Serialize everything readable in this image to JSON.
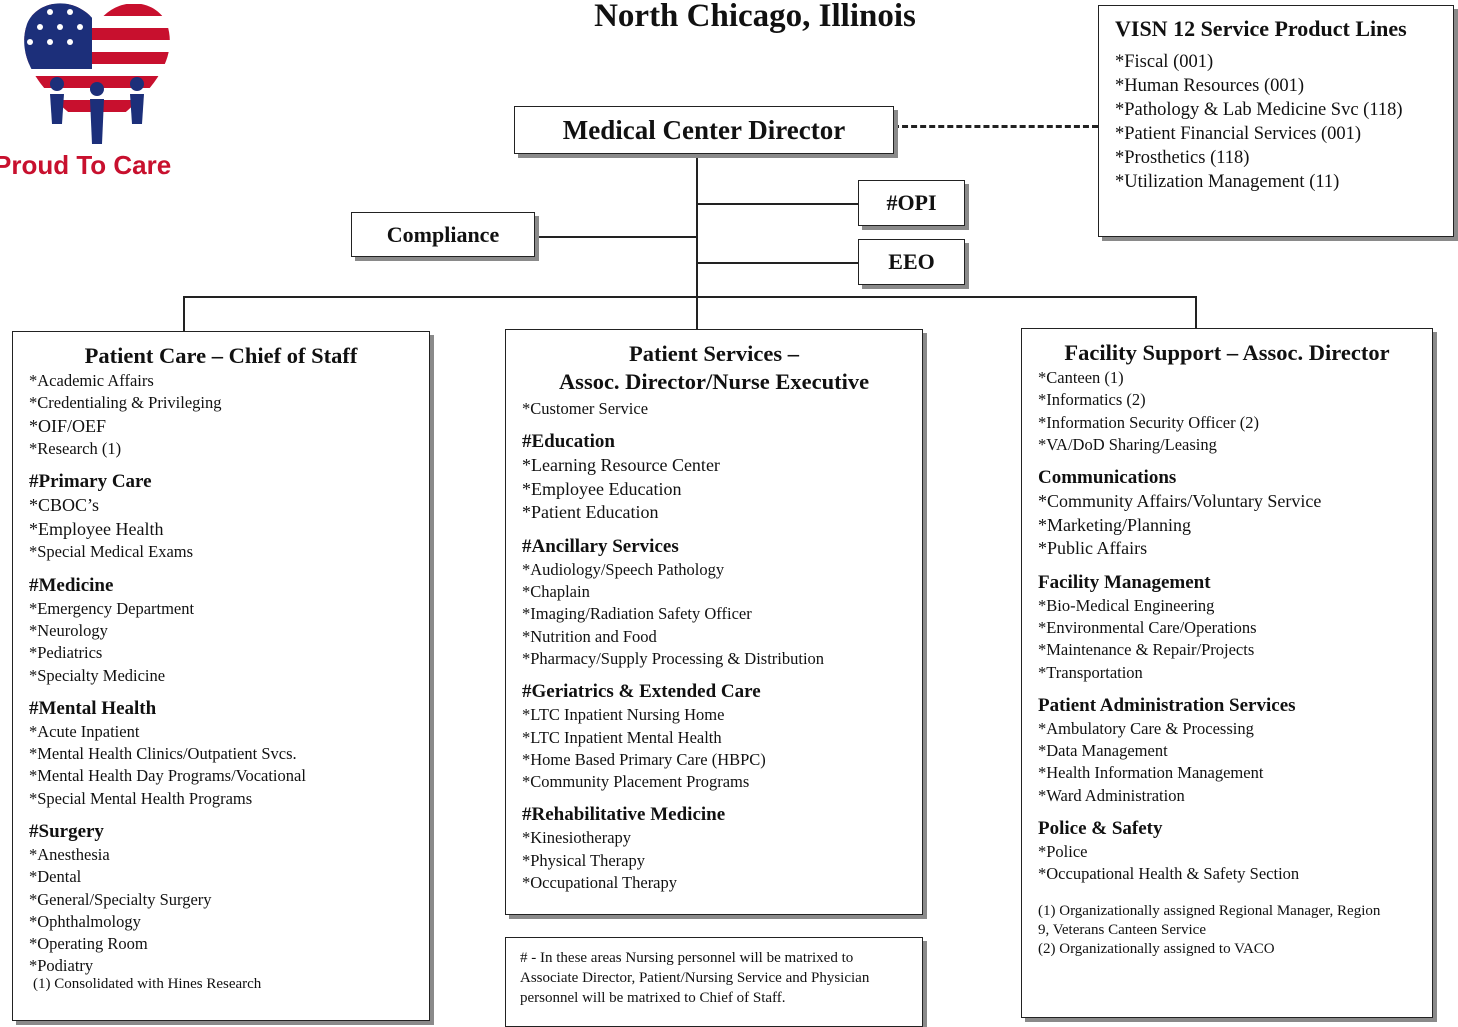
{
  "page_title": "North Chicago, Illinois",
  "logo": {
    "text": "Proud To Care",
    "icon": "heart-flag-people-icon"
  },
  "director": "Medical Center Director",
  "compliance": "Compliance",
  "opi": "#OPI",
  "eeo": "EEO",
  "visn": {
    "title": "VISN 12 Service Product Lines",
    "items": [
      "*Fiscal (001)",
      "*Human Resources (001)",
      "*Pathology & Lab Medicine Svc (118)",
      "*Patient Financial Services (001)",
      "*Prosthetics (118)",
      "*Utilization Management (11)"
    ]
  },
  "col1": {
    "title": "Patient Care – Chief of Staff",
    "top_items": [
      "*Academic Affairs",
      "*Credentialing & Privileging",
      "*OIF/OEF",
      "*Research (1)"
    ],
    "primary": {
      "head": "#Primary Care",
      "items": [
        "*CBOC’s",
        "*Employee Health",
        "*Special Medical Exams"
      ]
    },
    "medicine": {
      "head": "#Medicine",
      "items": [
        "*Emergency Department",
        "*Neurology",
        "*Pediatrics",
        "*Specialty Medicine"
      ]
    },
    "mental": {
      "head": "#Mental Health",
      "items": [
        "*Acute Inpatient",
        "*Mental Health Clinics/Outpatient Svcs.",
        "*Mental Health Day Programs/Vocational",
        "*Special Mental Health Programs"
      ]
    },
    "surgery": {
      "head": "#Surgery",
      "items": [
        "*Anesthesia",
        "*Dental",
        "*General/Specialty Surgery",
        "*Ophthalmology",
        "*Operating Room",
        "*Podiatry"
      ]
    },
    "note": "(1) Consolidated with Hines Research"
  },
  "col2": {
    "title_line1": "Patient Services –",
    "title_line2": "Assoc. Director/Nurse Executive",
    "top_items": [
      "*Customer Service"
    ],
    "education": {
      "head": "#Education",
      "items": [
        "*Learning Resource Center",
        "*Employee Education",
        "*Patient Education"
      ]
    },
    "ancillary": {
      "head": "#Ancillary Services",
      "items": [
        "*Audiology/Speech Pathology",
        "*Chaplain",
        "*Imaging/Radiation Safety Officer",
        "*Nutrition and Food",
        "*Pharmacy/Supply Processing & Distribution"
      ]
    },
    "geriatrics": {
      "head": "#Geriatrics & Extended Care",
      "items": [
        "*LTC Inpatient Nursing Home",
        "*LTC Inpatient Mental Health",
        "*Home Based Primary Care (HBPC)",
        "*Community Placement Programs"
      ]
    },
    "rehab": {
      "head": "#Rehabilitative Medicine",
      "items": [
        "*Kinesiotherapy",
        "*Physical Therapy",
        "*Occupational Therapy"
      ]
    },
    "footnote": "# - In these areas Nursing personnel will be matrixed to Associate Director, Patient/Nursing Service and Physician personnel will be matrixed to Chief of Staff."
  },
  "col3": {
    "title": "Facility Support – Assoc. Director",
    "top_items": [
      "*Canteen (1)",
      "*Informatics (2)",
      "*Information Security Officer (2)",
      "*VA/DoD Sharing/Leasing"
    ],
    "communications": {
      "head": "Communications",
      "items": [
        "*Community Affairs/Voluntary Service",
        "*Marketing/Planning",
        "*Public Affairs"
      ]
    },
    "facility": {
      "head": "Facility Management",
      "items": [
        "*Bio-Medical Engineering",
        "*Environmental Care/Operations",
        "*Maintenance & Repair/Projects",
        "*Transportation"
      ]
    },
    "patient_admin": {
      "head": "Patient Administration Services",
      "items": [
        "*Ambulatory Care & Processing",
        "*Data Management",
        "*Health Information Management",
        "*Ward Administration"
      ]
    },
    "police": {
      "head": "Police & Safety",
      "items": [
        "*Police",
        "*Occupational Health & Safety Section"
      ]
    },
    "notes": [
      "(1) Organizationally assigned Regional Manager, Region 9, Veterans Canteen Service",
      "(2) Organizationally assigned to VACO"
    ]
  }
}
